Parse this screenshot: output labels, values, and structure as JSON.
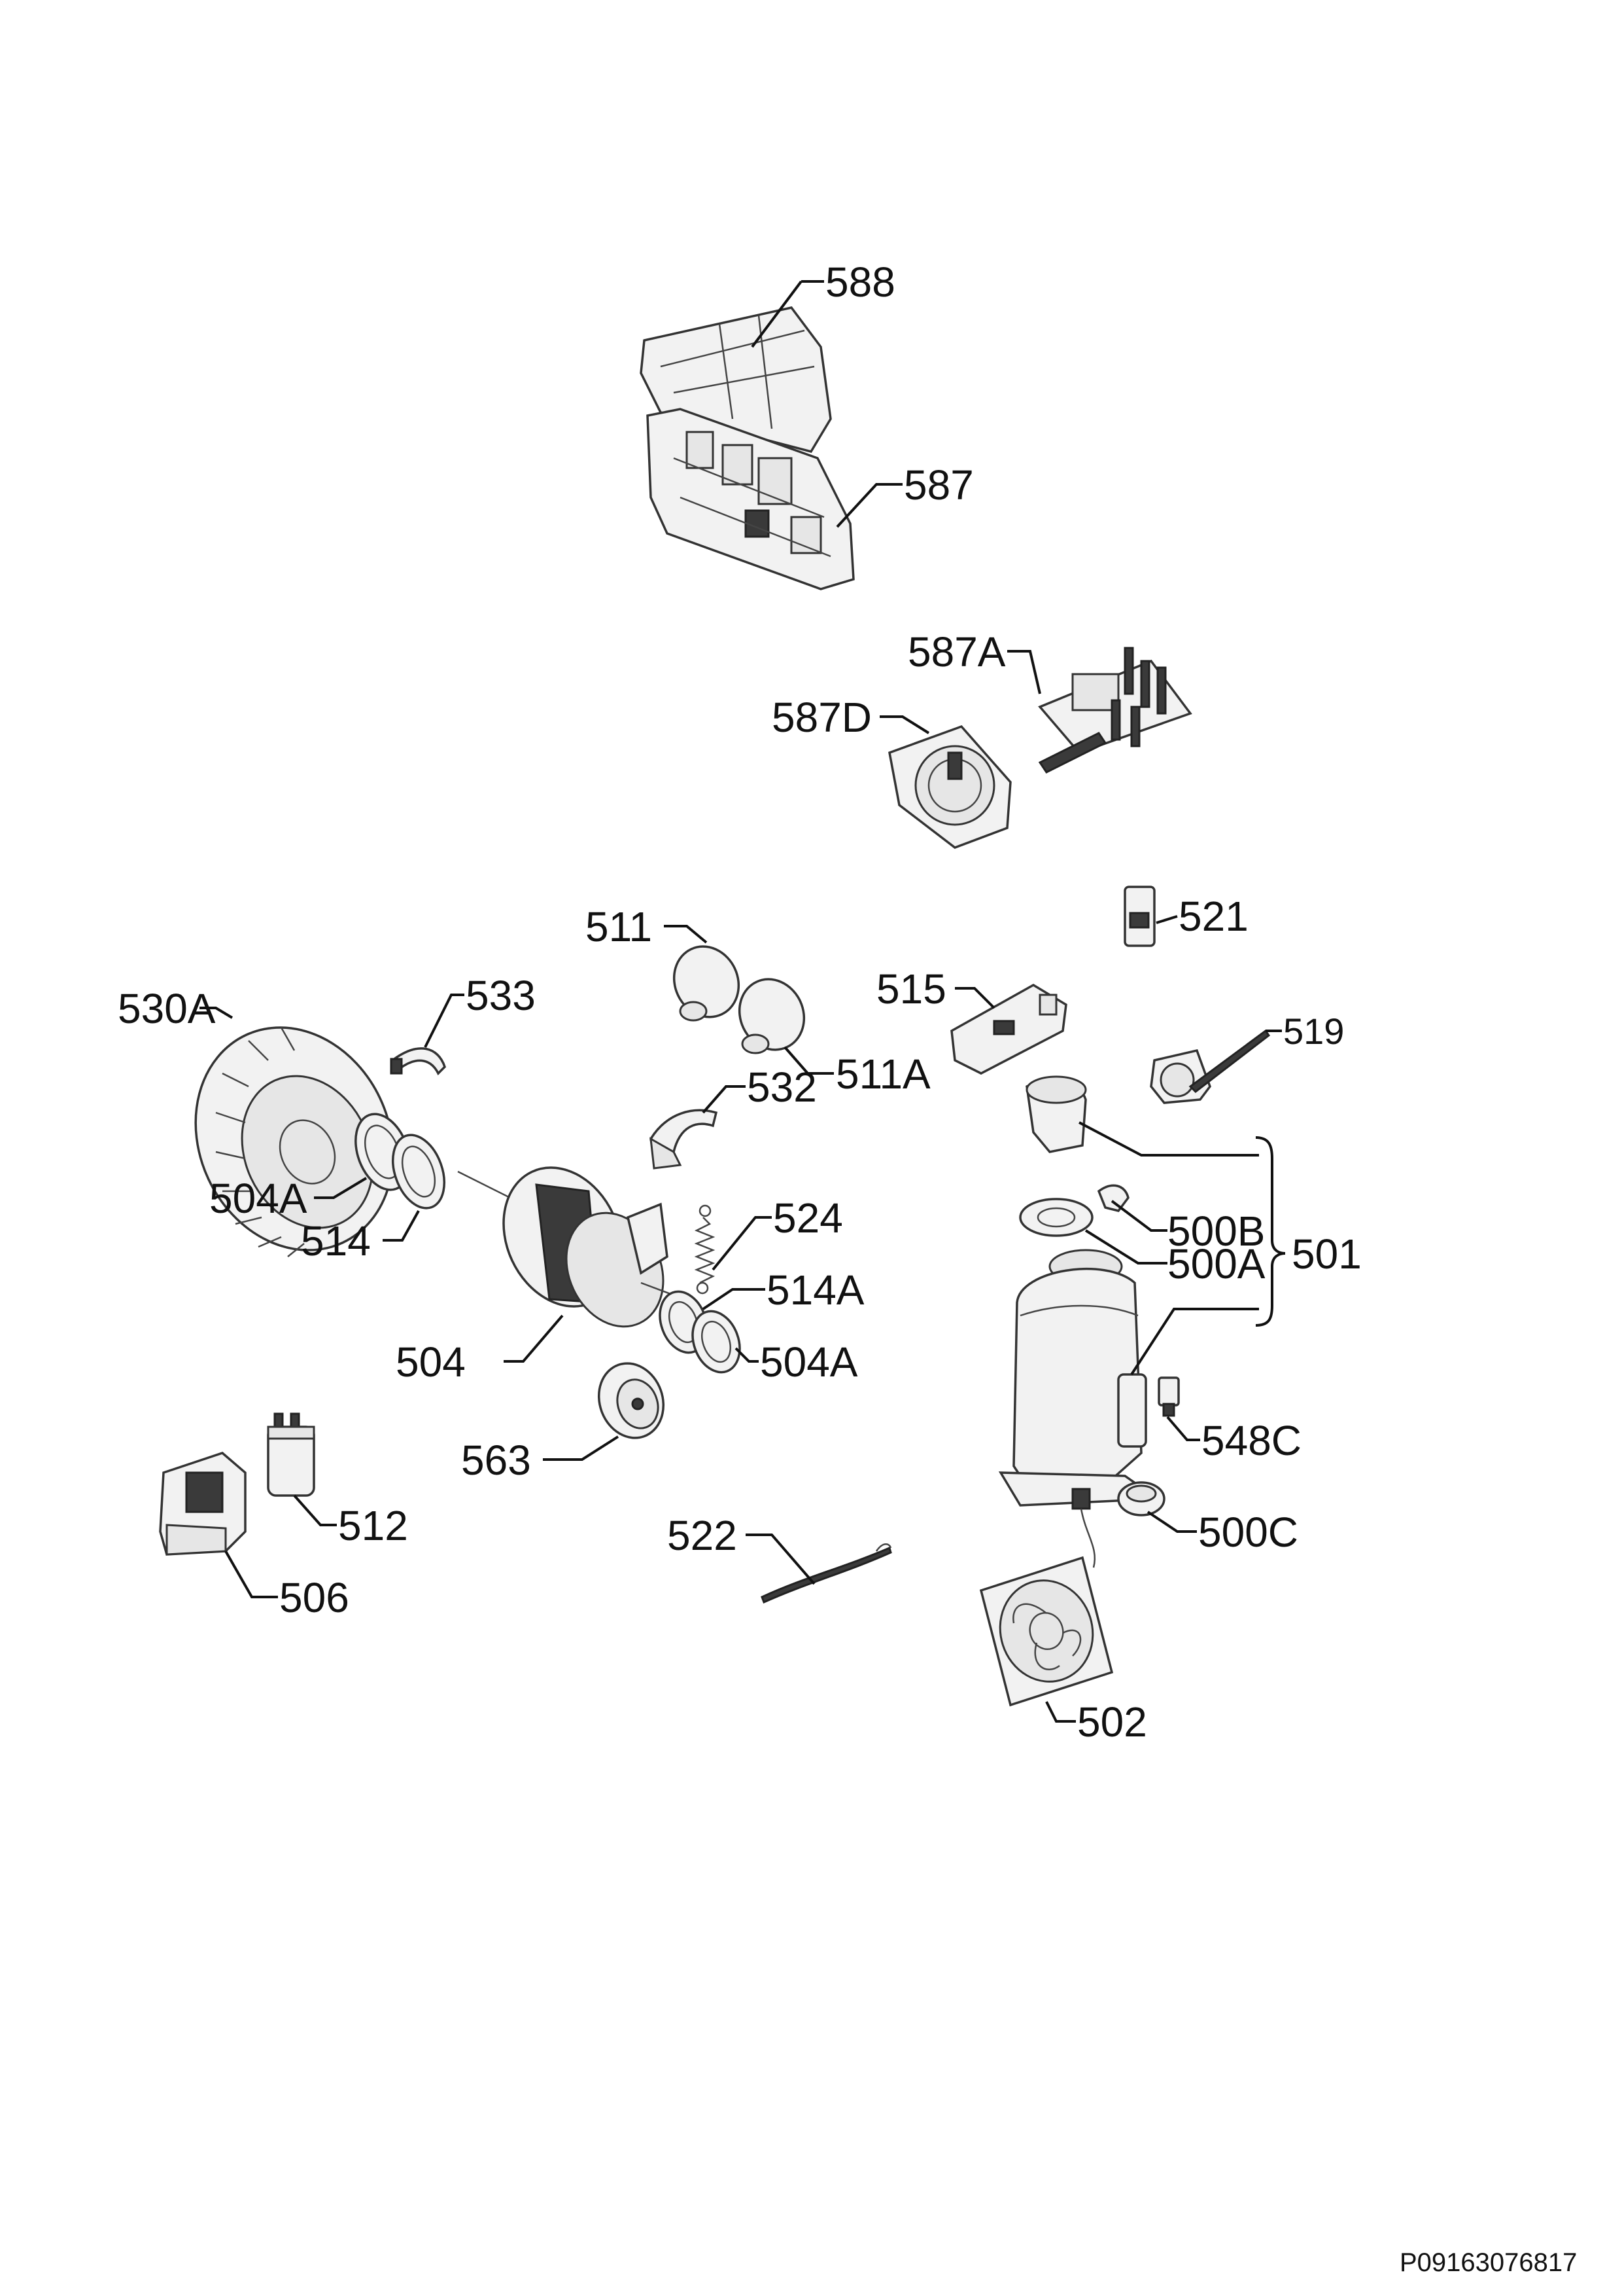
{
  "labels": {
    "l588": "588",
    "l587": "587",
    "l587a": "587A",
    "l587d": "587D",
    "l511": "511",
    "l511a": "511A",
    "l515": "515",
    "l521": "521",
    "l519": "519",
    "l530a": "530A",
    "l533": "533",
    "l532": "532",
    "l504a_left": "504A",
    "l514": "514",
    "l524": "524",
    "l514a": "514A",
    "l504a_right": "504A",
    "l504": "504",
    "l500b": "500B",
    "l500a": "500A",
    "l501": "501",
    "l548c": "548C",
    "l563": "563",
    "l512": "512",
    "l506": "506",
    "l522": "522",
    "l500c": "500C",
    "l502": "502"
  },
  "drawing_code": "P09163076817"
}
